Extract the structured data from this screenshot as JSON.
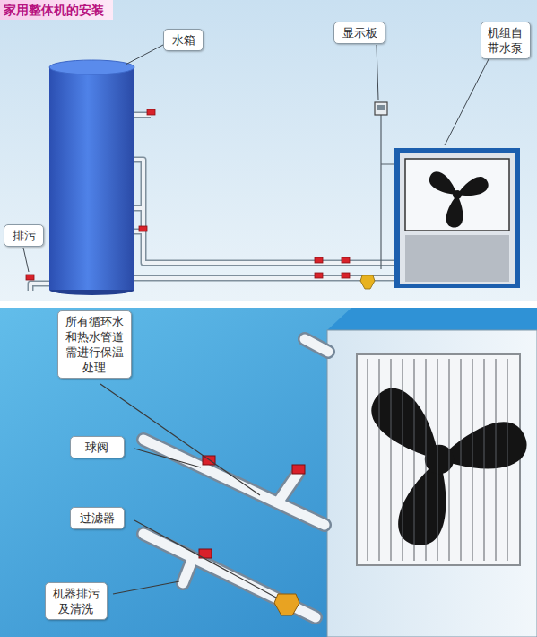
{
  "diagram": {
    "title": "家用整体机的安装",
    "nodes": [
      {
        "text": [
          "水箱"
        ]
      },
      {
        "text": [
          "显示板"
        ]
      },
      {
        "text": [
          "机组自带水泵"
        ]
      },
      {
        "text": [
          "排污"
        ]
      },
      {
        "text": [
          "所有循环水和热水管道需进行保温处理"
        ]
      },
      {
        "text": [
          "球阀"
        ]
      },
      {
        "text": [
          "过滤器"
        ]
      },
      {
        "text": [
          "机器排污及清洗"
        ]
      }
    ]
  }
}
